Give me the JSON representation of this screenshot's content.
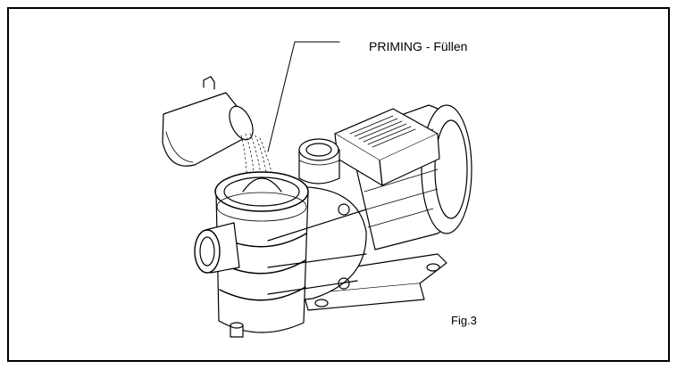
{
  "labels": {
    "priming": "PRIMING - Füllen",
    "figure": "Fig.3"
  },
  "colors": {
    "line": "#000000",
    "background": "#ffffff",
    "shade": "#cfcfcf"
  },
  "icons": {
    "pitcher": "water-pitcher-icon",
    "pump": "pool-pump-illustration"
  }
}
